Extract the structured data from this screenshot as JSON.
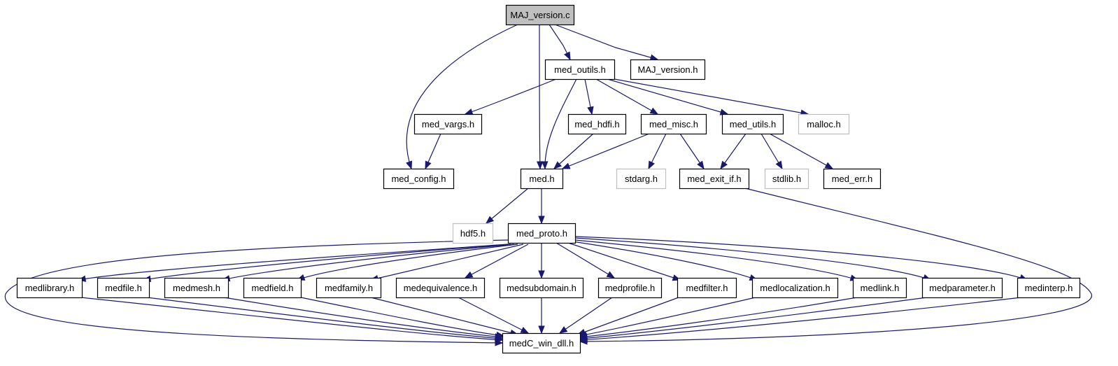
{
  "colors": {
    "edge": "#191970",
    "node_border": "#000000",
    "missing_border": "#bfbfbf",
    "root_fill": "#bfbfbf",
    "node_fill": "#ffffff"
  },
  "nodes": [
    {
      "id": "maj_version_c",
      "label": "MAJ_version.c",
      "kind": "root"
    },
    {
      "id": "med_outils_h",
      "label": "med_outils.h",
      "kind": "file"
    },
    {
      "id": "maj_version_h",
      "label": "MAJ_version.h",
      "kind": "file"
    },
    {
      "id": "med_vargs_h",
      "label": "med_vargs.h",
      "kind": "file"
    },
    {
      "id": "med_hdfi_h",
      "label": "med_hdfi.h",
      "kind": "file"
    },
    {
      "id": "med_misc_h",
      "label": "med_misc.h",
      "kind": "file"
    },
    {
      "id": "med_utils_h",
      "label": "med_utils.h",
      "kind": "file"
    },
    {
      "id": "malloc_h",
      "label": "malloc.h",
      "kind": "missing"
    },
    {
      "id": "med_config_h",
      "label": "med_config.h",
      "kind": "file"
    },
    {
      "id": "med_h",
      "label": "med.h",
      "kind": "file"
    },
    {
      "id": "stdarg_h",
      "label": "stdarg.h",
      "kind": "missing"
    },
    {
      "id": "med_exit_if_h",
      "label": "med_exit_if.h",
      "kind": "file"
    },
    {
      "id": "stdlib_h",
      "label": "stdlib.h",
      "kind": "missing"
    },
    {
      "id": "med_err_h",
      "label": "med_err.h",
      "kind": "file"
    },
    {
      "id": "hdf5_h",
      "label": "hdf5.h",
      "kind": "missing"
    },
    {
      "id": "med_proto_h",
      "label": "med_proto.h",
      "kind": "file"
    },
    {
      "id": "medlibrary_h",
      "label": "medlibrary.h",
      "kind": "file"
    },
    {
      "id": "medfile_h",
      "label": "medfile.h",
      "kind": "file"
    },
    {
      "id": "medmesh_h",
      "label": "medmesh.h",
      "kind": "file"
    },
    {
      "id": "medfield_h",
      "label": "medfield.h",
      "kind": "file"
    },
    {
      "id": "medfamily_h",
      "label": "medfamily.h",
      "kind": "file"
    },
    {
      "id": "medequivalence_h",
      "label": "medequivalence.h",
      "kind": "file"
    },
    {
      "id": "medsubdomain_h",
      "label": "medsubdomain.h",
      "kind": "file"
    },
    {
      "id": "medprofile_h",
      "label": "medprofile.h",
      "kind": "file"
    },
    {
      "id": "medfilter_h",
      "label": "medfilter.h",
      "kind": "file"
    },
    {
      "id": "medlocalization_h",
      "label": "medlocalization.h",
      "kind": "file"
    },
    {
      "id": "medlink_h",
      "label": "medlink.h",
      "kind": "file"
    },
    {
      "id": "medparameter_h",
      "label": "medparameter.h",
      "kind": "file"
    },
    {
      "id": "medinterp_h",
      "label": "medinterp.h",
      "kind": "file"
    },
    {
      "id": "medc_win_dll_h",
      "label": "medC_win_dll.h",
      "kind": "file"
    }
  ],
  "edges": [
    [
      "maj_version_c",
      "med_outils_h"
    ],
    [
      "maj_version_c",
      "maj_version_h"
    ],
    [
      "maj_version_c",
      "med_config_h"
    ],
    [
      "maj_version_c",
      "med_h"
    ],
    [
      "med_outils_h",
      "med_vargs_h"
    ],
    [
      "med_outils_h",
      "med_hdfi_h"
    ],
    [
      "med_outils_h",
      "med_misc_h"
    ],
    [
      "med_outils_h",
      "med_utils_h"
    ],
    [
      "med_outils_h",
      "malloc_h"
    ],
    [
      "med_outils_h",
      "med_h"
    ],
    [
      "med_vargs_h",
      "med_config_h"
    ],
    [
      "med_hdfi_h",
      "med_h"
    ],
    [
      "med_misc_h",
      "med_h"
    ],
    [
      "med_misc_h",
      "stdarg_h"
    ],
    [
      "med_misc_h",
      "med_exit_if_h"
    ],
    [
      "med_utils_h",
      "med_exit_if_h"
    ],
    [
      "med_utils_h",
      "stdlib_h"
    ],
    [
      "med_utils_h",
      "med_err_h"
    ],
    [
      "med_exit_if_h",
      "medc_win_dll_h"
    ],
    [
      "med_h",
      "hdf5_h"
    ],
    [
      "med_h",
      "med_proto_h"
    ],
    [
      "med_proto_h",
      "medlibrary_h"
    ],
    [
      "med_proto_h",
      "medfile_h"
    ],
    [
      "med_proto_h",
      "medmesh_h"
    ],
    [
      "med_proto_h",
      "medfield_h"
    ],
    [
      "med_proto_h",
      "medfamily_h"
    ],
    [
      "med_proto_h",
      "medequivalence_h"
    ],
    [
      "med_proto_h",
      "medsubdomain_h"
    ],
    [
      "med_proto_h",
      "medprofile_h"
    ],
    [
      "med_proto_h",
      "medfilter_h"
    ],
    [
      "med_proto_h",
      "medlocalization_h"
    ],
    [
      "med_proto_h",
      "medlink_h"
    ],
    [
      "med_proto_h",
      "medparameter_h"
    ],
    [
      "med_proto_h",
      "medinterp_h"
    ],
    [
      "med_proto_h",
      "medc_win_dll_h"
    ],
    [
      "medlibrary_h",
      "medc_win_dll_h"
    ],
    [
      "medfile_h",
      "medc_win_dll_h"
    ],
    [
      "medmesh_h",
      "medc_win_dll_h"
    ],
    [
      "medfield_h",
      "medc_win_dll_h"
    ],
    [
      "medfamily_h",
      "medc_win_dll_h"
    ],
    [
      "medequivalence_h",
      "medc_win_dll_h"
    ],
    [
      "medsubdomain_h",
      "medc_win_dll_h"
    ],
    [
      "medprofile_h",
      "medc_win_dll_h"
    ],
    [
      "medfilter_h",
      "medc_win_dll_h"
    ],
    [
      "medlocalization_h",
      "medc_win_dll_h"
    ],
    [
      "medlink_h",
      "medc_win_dll_h"
    ],
    [
      "medparameter_h",
      "medc_win_dll_h"
    ],
    [
      "medinterp_h",
      "medc_win_dll_h"
    ]
  ]
}
